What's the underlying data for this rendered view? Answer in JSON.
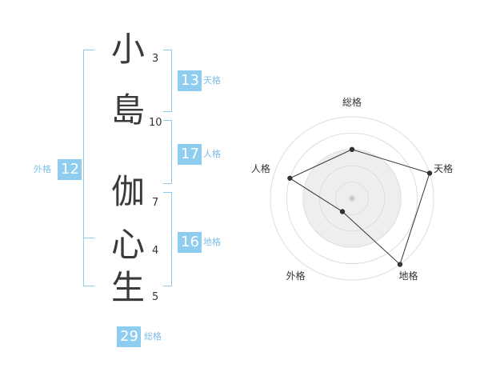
{
  "name_chars": [
    {
      "char": "小",
      "strokes": "3"
    },
    {
      "char": "島",
      "strokes": "10"
    },
    {
      "char": "伽",
      "strokes": "7"
    },
    {
      "char": "心",
      "strokes": "4"
    },
    {
      "char": "生",
      "strokes": "5"
    }
  ],
  "scores": {
    "tenkaku": {
      "value": "13",
      "label": "天格"
    },
    "jinkaku": {
      "value": "17",
      "label": "人格"
    },
    "chikaku": {
      "value": "16",
      "label": "地格"
    },
    "gaikaku": {
      "value": "12",
      "label": "外格"
    },
    "soukaku": {
      "value": "29",
      "label": "総格"
    }
  },
  "chart_data": {
    "type": "radar",
    "axes": [
      "総格",
      "天格",
      "地格",
      "外格",
      "人格"
    ],
    "values": [
      3,
      5,
      5,
      1,
      4
    ],
    "max": 5,
    "rings": 5
  },
  "colors": {
    "accent": "#8fcdf0",
    "text": "#3a3a3a",
    "label": "#7dbde6"
  }
}
